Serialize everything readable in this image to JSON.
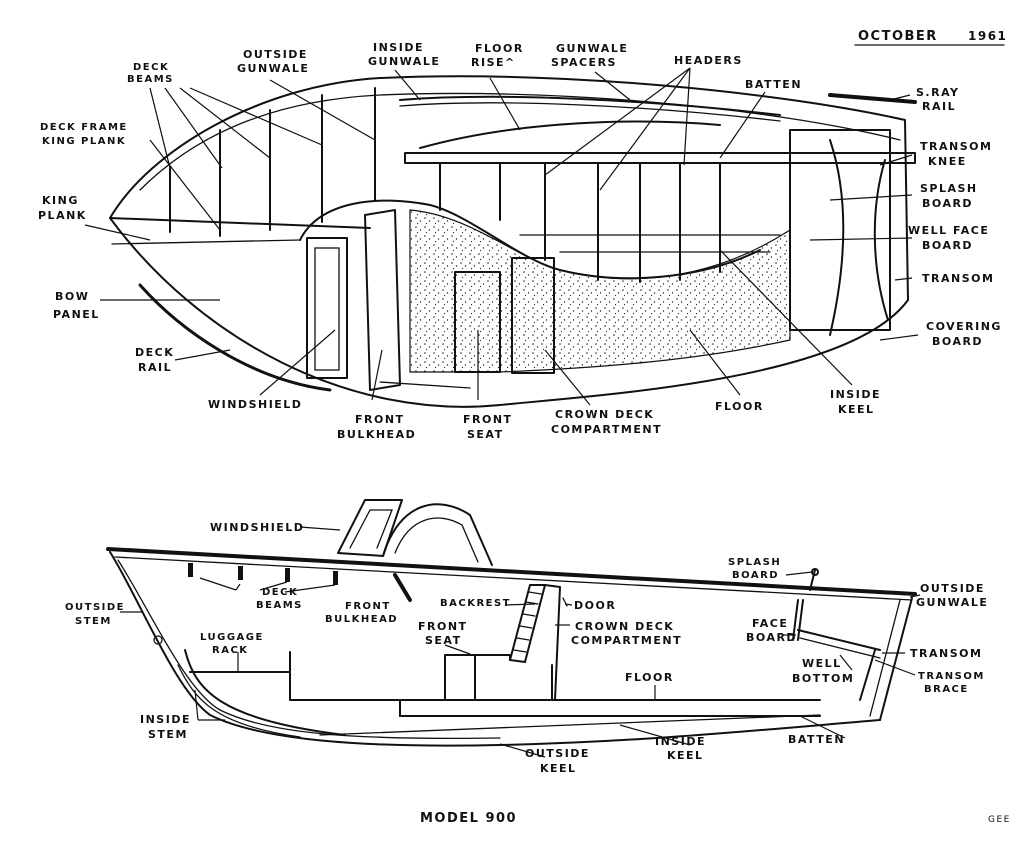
{
  "header": {
    "date": "OCTOBER",
    "year": "1961"
  },
  "footer": {
    "model": "MODEL 900",
    "signature": "GEE"
  },
  "top_view": {
    "labels": {
      "deck_beams": [
        "DECK",
        "BEAMS"
      ],
      "outside_gunwale": [
        "OUTSIDE",
        "GUNWALE"
      ],
      "inside_gunwale": [
        "INSIDE",
        "GUNWALE"
      ],
      "floor_riser": [
        "FLOOR",
        "RISE^"
      ],
      "gunwale_spacers": [
        "GUNWALE",
        "SPACERS"
      ],
      "headers": [
        "HEADERS"
      ],
      "batten": [
        "BATTEN"
      ],
      "spray_rail": [
        "S.RAY",
        "RAIL"
      ],
      "deck_frame_king_plank": [
        "DECK FRAME",
        "KING PLANK"
      ],
      "king_plank": [
        "KING",
        "PLANK"
      ],
      "transom_knee": [
        "TRANSOM",
        "KNEE"
      ],
      "splash_board": [
        "SPLASH",
        "BOARD"
      ],
      "well_face_board": [
        "WELL FACE",
        "BOARD"
      ],
      "transom": [
        "TRANSOM"
      ],
      "bow_panel": [
        "BOW",
        "PANEL"
      ],
      "covering_board": [
        "COVERING",
        "BOARD"
      ],
      "deck_rail": [
        "DECK",
        "RAIL"
      ],
      "windshield": [
        "WINDSHIELD"
      ],
      "front_bulkhead": [
        "FRONT",
        "BULKHEAD"
      ],
      "front_seat": [
        "FRONT",
        "SEAT"
      ],
      "crown_deck_compartment": [
        "CROWN DECK",
        "COMPARTMENT"
      ],
      "floor": [
        "FLOOR"
      ],
      "inside_keel": [
        "INSIDE",
        "KEEL"
      ]
    }
  },
  "side_view": {
    "labels": {
      "windshield": [
        "WINDSHIELD"
      ],
      "splash_board": [
        "SPLASH",
        "BOARD"
      ],
      "outside_gunwale": [
        "OUTSIDE",
        "GUNWALE"
      ],
      "outside_stem": [
        "OUTSIDE",
        "STEM"
      ],
      "deck_beams": [
        "DECK",
        "BEAMS"
      ],
      "front_bulkhead": [
        "FRONT",
        "BULKHEAD"
      ],
      "backrest": [
        "BACKREST"
      ],
      "door": [
        "DOOR"
      ],
      "luggage_rack": [
        "LUGGAGE",
        "RACK"
      ],
      "front_seat": [
        "FRONT",
        "SEAT"
      ],
      "crown_deck_compartment": [
        "CROWN DECK",
        "COMPARTMENT"
      ],
      "face_board": [
        "FACE",
        "BOARD"
      ],
      "transom": [
        "TRANSOM"
      ],
      "well_bottom": [
        "WELL",
        "BOTTOM"
      ],
      "transom_brace": [
        "TRANSOM",
        "BRACE"
      ],
      "floor": [
        "FLOOR"
      ],
      "inside_stem": [
        "INSIDE",
        "STEM"
      ],
      "batten": [
        "BATTEN"
      ],
      "outside_keel": [
        "OUTSIDE",
        "KEEL"
      ],
      "inside_keel": [
        "INSIDE",
        "KEEL"
      ]
    }
  }
}
